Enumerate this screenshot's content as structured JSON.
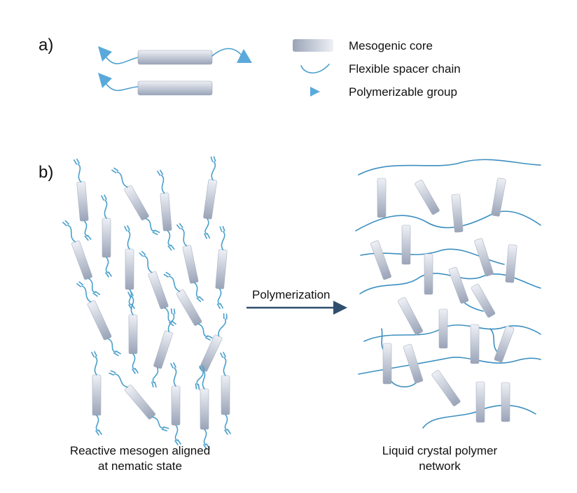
{
  "figure": {
    "panel_a_label": "a)",
    "panel_b_label": "b)",
    "legend": {
      "core": "Mesogenic core",
      "spacer": "Flexible spacer chain",
      "group": "Polymerizable group"
    },
    "arrow_label": "Polymerization",
    "left_caption": [
      "Reactive mesogen aligned",
      "at nematic state"
    ],
    "right_caption": [
      "Liquid crystal polymer",
      "network"
    ]
  },
  "colors": {
    "chain": "#4a9fcc",
    "network_line": "#3c8fc0",
    "group": "#5aa9dc",
    "core_light": "#e6e9f0",
    "core_dark": "#a6afc2",
    "arrow": "#2f4f6e"
  }
}
